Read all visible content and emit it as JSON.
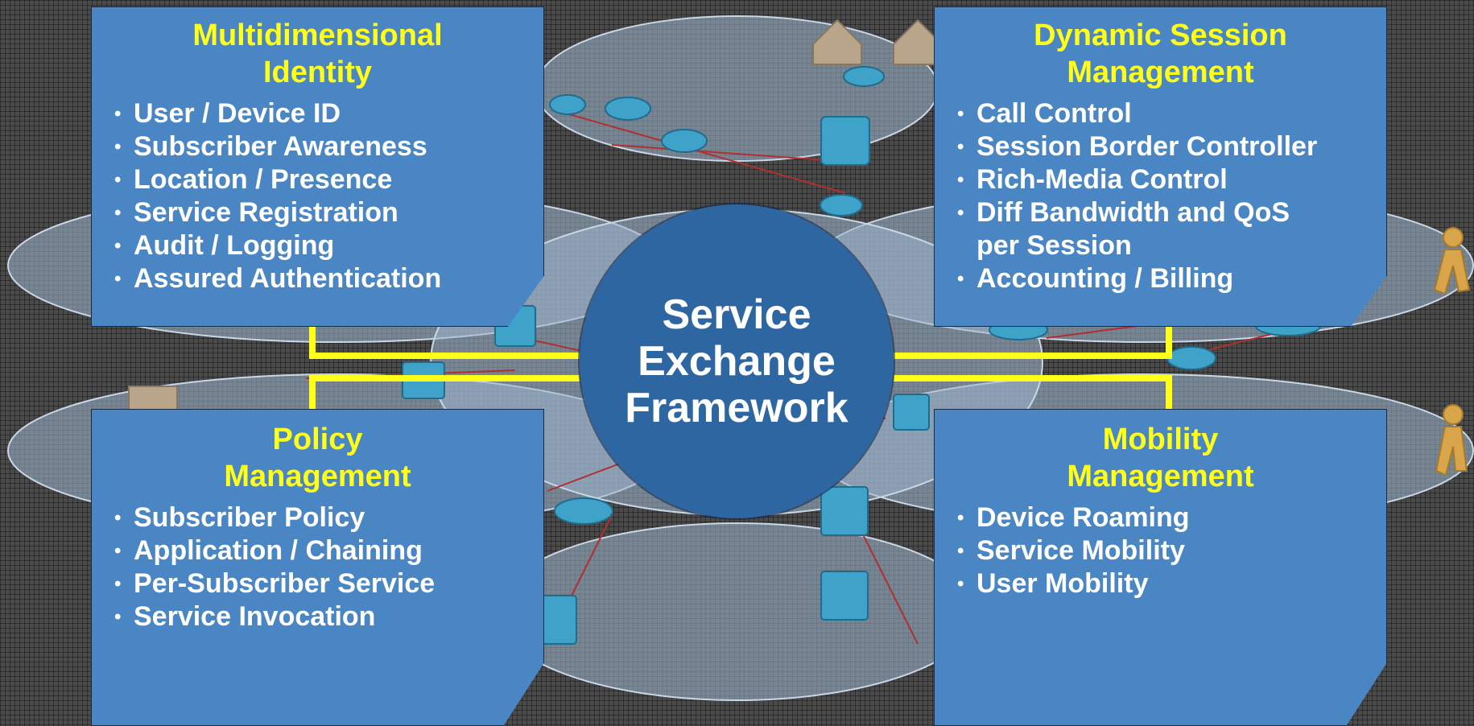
{
  "center": {
    "lines": [
      "Service",
      "Exchange",
      "Framework"
    ]
  },
  "boxes": {
    "identity": {
      "title": [
        "Multidimensional",
        "Identity"
      ],
      "items": [
        "User / Device ID",
        "Subscriber Awareness",
        "Location / Presence",
        "Service Registration",
        "Audit / Logging",
        "Assured Authentication"
      ]
    },
    "session": {
      "title": [
        "Dynamic Session",
        "Management"
      ],
      "items": [
        "Call Control",
        "Session Border Controller",
        "Rich-Media Control",
        "Diff Bandwidth and QoS",
        "per Session",
        "Accounting / Billing"
      ]
    },
    "policy": {
      "title": [
        "Policy",
        "Management"
      ],
      "items": [
        "Subscriber Policy",
        "Application / Chaining",
        "Per-Subscriber Service",
        "Service Invocation"
      ]
    },
    "mobility": {
      "title": [
        "Mobility",
        "Management"
      ],
      "items": [
        "Device Roaming",
        "Service Mobility",
        "User Mobility"
      ]
    }
  },
  "colors": {
    "box_fill": "#4a86c4",
    "title_text": "#ffff1a",
    "connector": "#ffff1a",
    "circle_fill": "#2e66a2"
  }
}
